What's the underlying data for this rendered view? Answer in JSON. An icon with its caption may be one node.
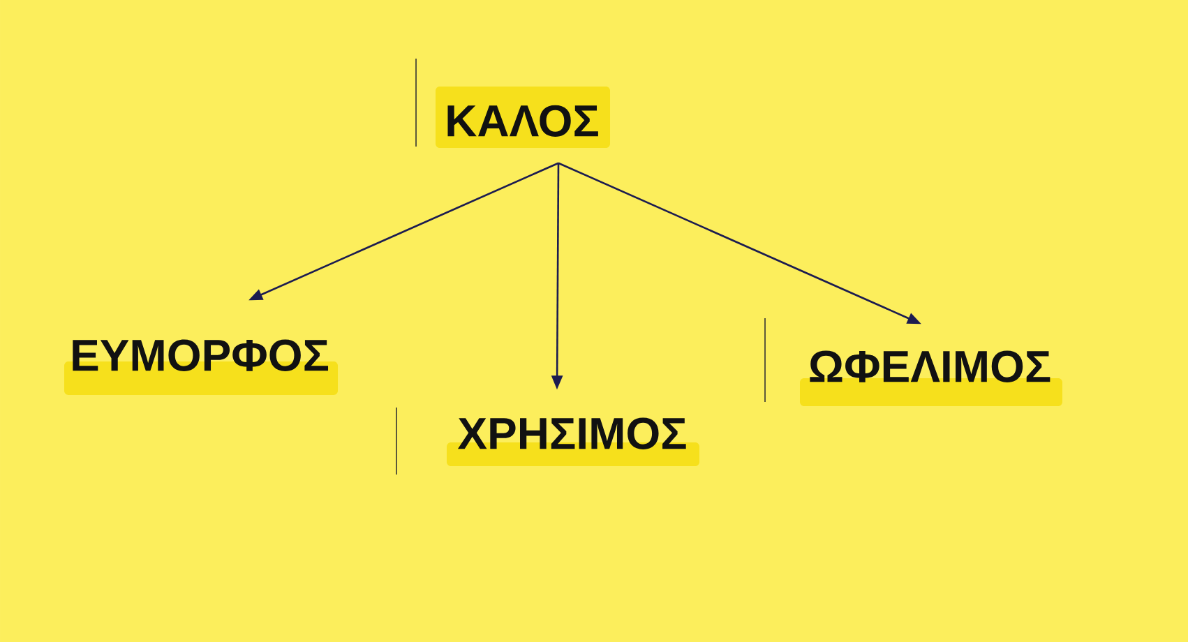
{
  "diagram": {
    "nodes": [
      {
        "text": [
          "ΚΑΛΟΣ"
        ]
      },
      {
        "text": [
          "ΕΥΜΟΡΦΟΣ"
        ]
      },
      {
        "text": [
          "ΧΡΗΣΙΜΟΣ"
        ]
      },
      {
        "text": [
          "ΩΦΕΛΙΜΟΣ"
        ]
      }
    ],
    "edges": [
      {
        "from": 0,
        "to": 1,
        "arrow": "to"
      },
      {
        "from": 0,
        "to": 2,
        "arrow": "to"
      },
      {
        "from": 0,
        "to": 3,
        "arrow": "to"
      }
    ]
  }
}
